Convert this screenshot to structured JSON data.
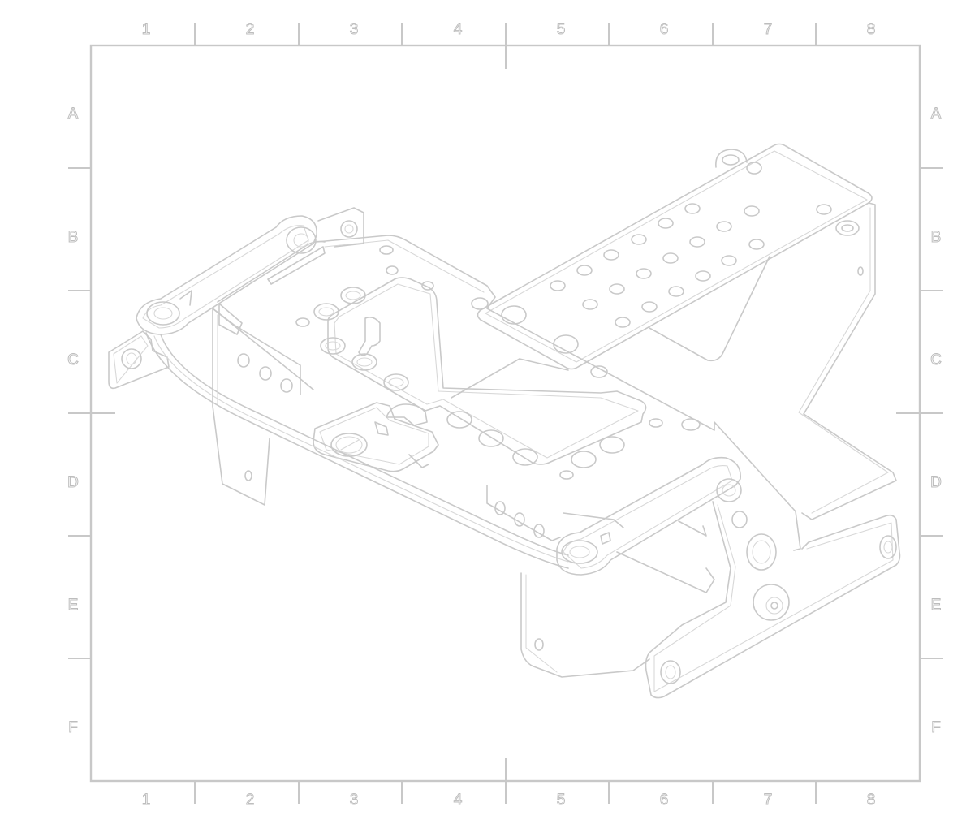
{
  "drawing": {
    "column_labels": [
      "1",
      "2",
      "3",
      "4",
      "5",
      "6",
      "7",
      "8"
    ],
    "row_labels": [
      "A",
      "B",
      "C",
      "D",
      "E",
      "F"
    ]
  },
  "colors": {
    "background": "#ffffff",
    "frame": "#c8c8c8",
    "line_art": "#c9c9c9"
  },
  "illustration": {
    "subject": "sheet-metal bracket assembly (line drawing)",
    "icon": "technical-drawing"
  }
}
